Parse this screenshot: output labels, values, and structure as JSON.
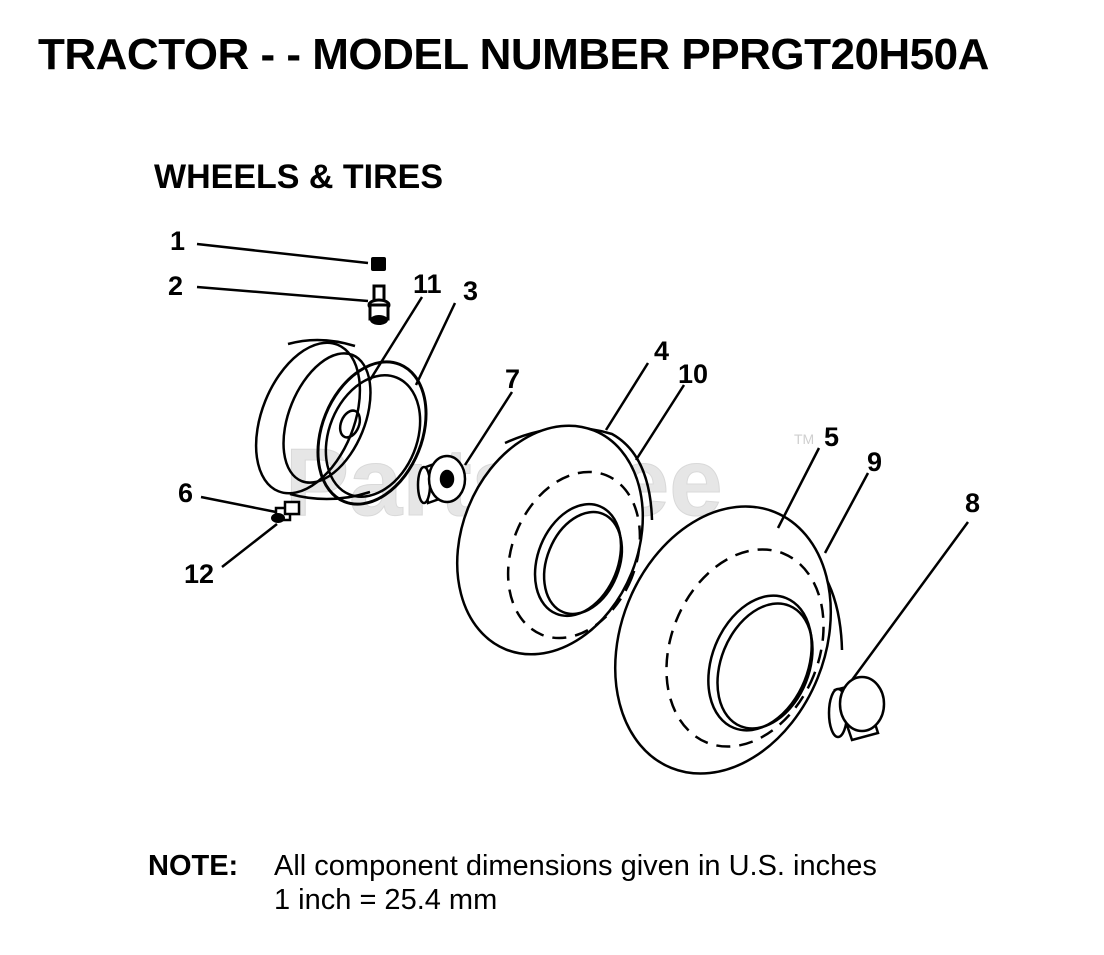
{
  "header": {
    "title": "TRACTOR - - MODEL NUMBER PPRGT20H50A",
    "section_title": "WHEELS & TIRES"
  },
  "watermark": {
    "text": "PartsTree",
    "trademark": "TM"
  },
  "callouts": {
    "c1": "1",
    "c2": "2",
    "c3": "3",
    "c4": "4",
    "c5": "5",
    "c6": "6",
    "c7": "7",
    "c8": "8",
    "c9": "9",
    "c10": "10",
    "c11": "11",
    "c12": "12"
  },
  "note": {
    "label": "NOTE:",
    "line1": "All component dimensions given in U.S. inches",
    "line2": "1 inch = 25.4 mm"
  }
}
